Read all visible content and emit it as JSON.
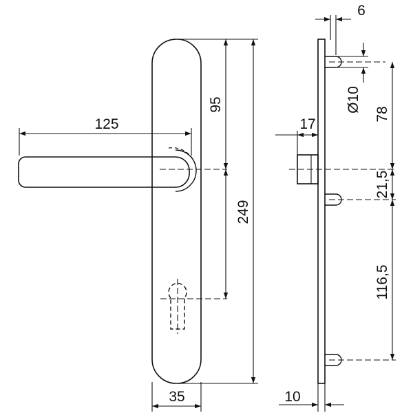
{
  "drawing": {
    "dimensions": {
      "lever_length": "125",
      "plate_width": "35",
      "handle_to_top": "95",
      "plate_height": "249",
      "side_offset": "17",
      "plate_thickness": "10",
      "pin_offset": "6",
      "pin_diameter": "Ø10",
      "pin_to_spindle": "78",
      "spindle_to_pin": "21,5",
      "pin_to_bottom_pin": "116,5"
    },
    "colors": {
      "line": "#111111",
      "background": "#ffffff"
    }
  }
}
